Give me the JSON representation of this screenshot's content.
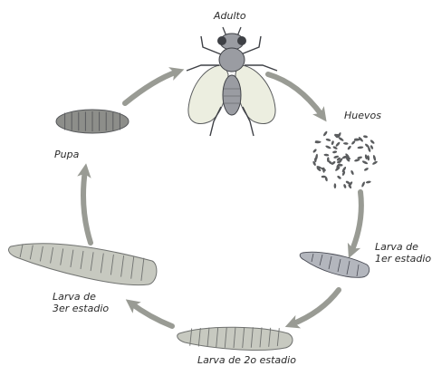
{
  "diagram": {
    "stages": {
      "adult": "Adulto",
      "eggs": "Huevos",
      "larva1_line1": "Larva de",
      "larva1_line2": "1er estadio",
      "larva2": "Larva de 2o estadio",
      "larva3_line1": "Larva de",
      "larva3_line2": "3er estadio",
      "pupa": "Pupa"
    },
    "colors": {
      "arrow": "#999b94",
      "body_dark": "#3f4146",
      "body_gray": "#9a9ca2",
      "wing": "#eceee0",
      "larva": "#c7c9c0",
      "larva_stripe": "#707270",
      "pupa": "#8d8e8a",
      "egg": "#5a5c5e"
    },
    "icons": [
      "fly-icon",
      "egg-cluster-icon",
      "larva-icon",
      "pupa-icon",
      "arrow-icon"
    ]
  }
}
